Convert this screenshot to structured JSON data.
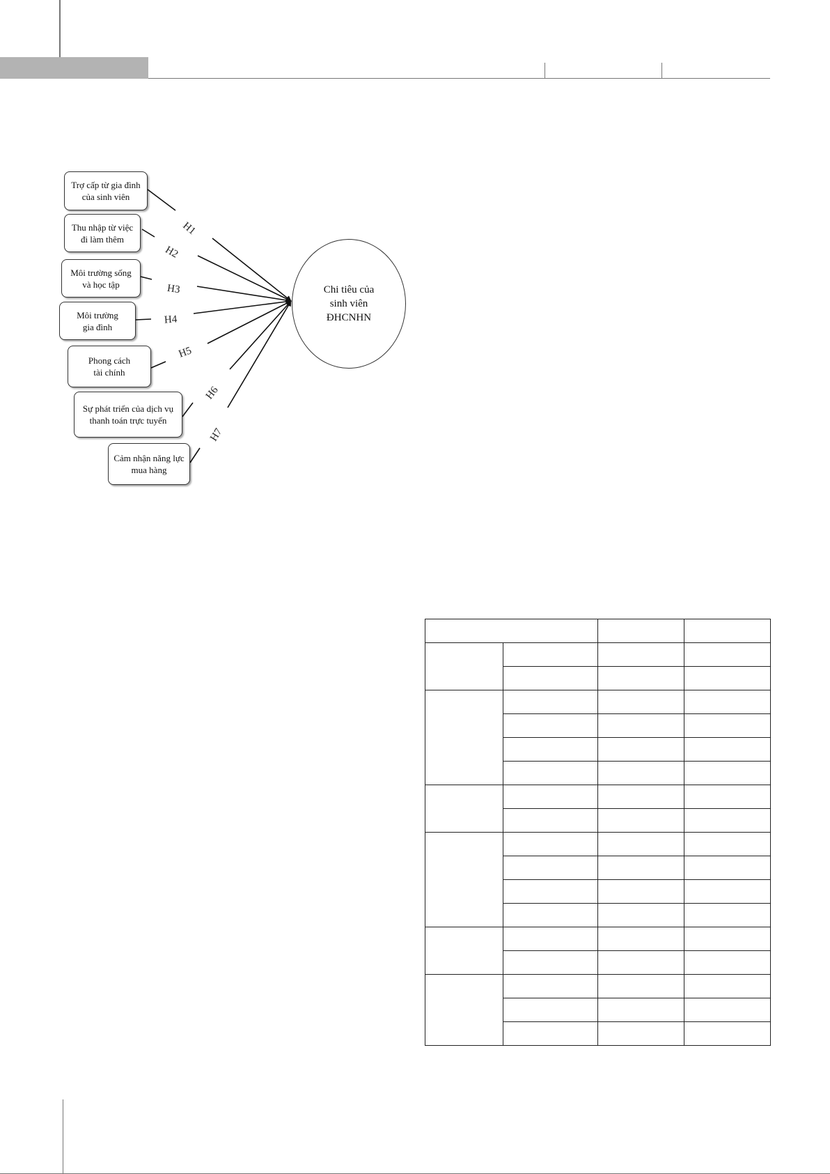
{
  "diagram": {
    "factors": [
      {
        "label": "Trợ cấp từ gia đình\ncủa sinh viên"
      },
      {
        "label": "Thu nhập từ việc\nđi làm thêm"
      },
      {
        "label": "Môi trường sống\nvà học tập"
      },
      {
        "label": "Môi trường\ngia đình"
      },
      {
        "label": "Phong cách\ntài chính"
      },
      {
        "label": "Sự phát triển của dịch vụ\nthanh toán trực tuyến"
      },
      {
        "label": "Cảm nhận năng lực\nmua hàng"
      }
    ],
    "hypotheses": [
      "H1",
      "H2",
      "H3",
      "H4",
      "H5",
      "H6",
      "H7"
    ],
    "outcome": "Chi tiêu của\nsinh viên\nĐHCNHN"
  }
}
